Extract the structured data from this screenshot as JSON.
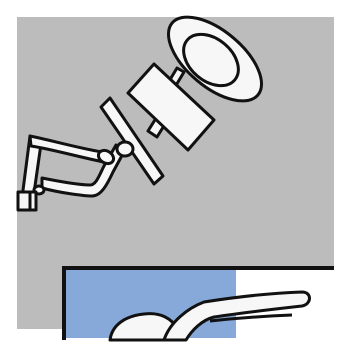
{
  "illustration": {
    "colors": {
      "outer_background": "#ffffff",
      "panel_fill": "#bcbcbc",
      "outline": "#111111",
      "part_fill": "#f7f7f7",
      "monitor_fill": "#86a9d9",
      "monitor_side_fill": "#ffffff"
    },
    "parts": [
      "panel",
      "surgical-lamp",
      "lamp-arm",
      "camera-head",
      "mounting-plate",
      "articulated-arm",
      "wall-mount",
      "monitor",
      "pointing-arm"
    ]
  }
}
